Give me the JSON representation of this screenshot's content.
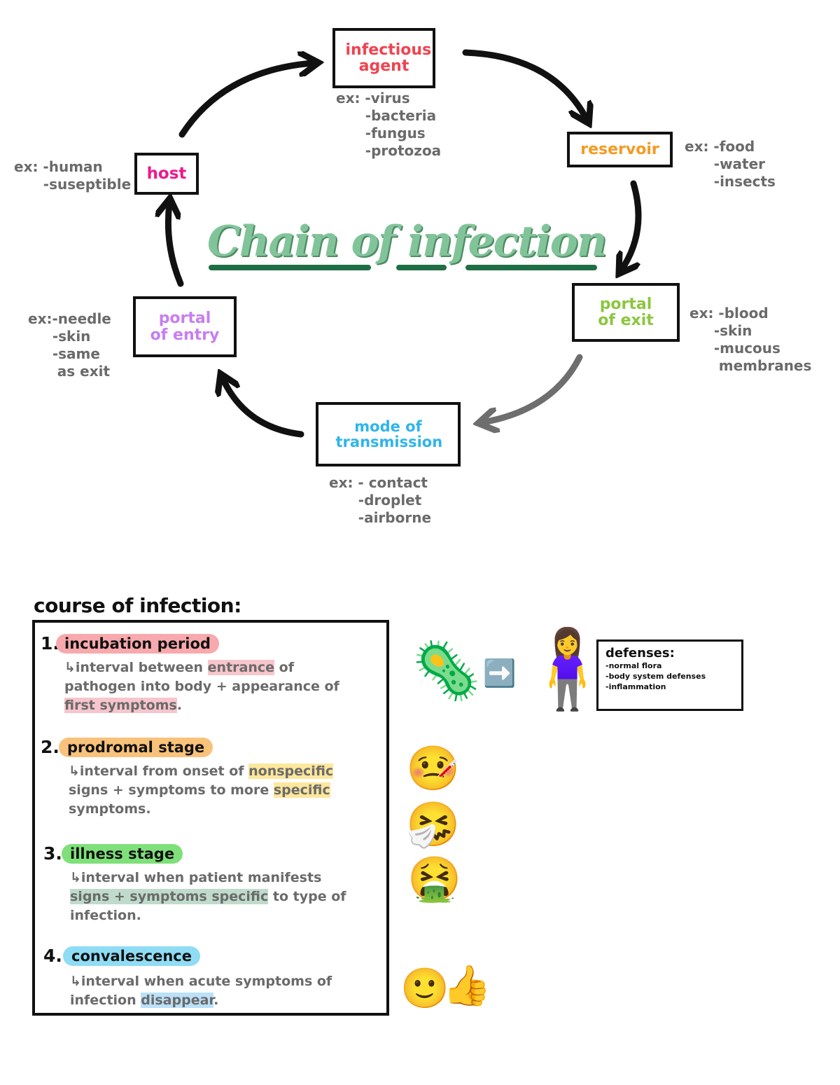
{
  "diagram": {
    "title": "Chain of infection",
    "colors": {
      "infectious_agent": "#f0434f",
      "reservoir": "#f59a23",
      "portal_of_exit": "#8cc63f",
      "mode_of_transmission": "#2fb5ea",
      "portal_of_entry": "#c77ef0",
      "host": "#f0188c",
      "title": "#82c49a",
      "underline": "#1f6e45"
    },
    "nodes": {
      "infectious_agent": {
        "label": "infectious agent",
        "examples": "ex: -virus\n      -bacteria\n      -fungus\n      -protozoa"
      },
      "reservoir": {
        "label": "reservoir",
        "examples": "ex: -food\n      -water\n      -insects"
      },
      "portal_of_exit": {
        "label": "portal of exit",
        "examples": "ex: -blood\n     -skin\n     -mucous\n      membranes"
      },
      "mode_of_transmission": {
        "label": "mode of transmission",
        "examples": "ex: - contact\n      -droplet\n      -airborne"
      },
      "portal_of_entry": {
        "label": "portal of entry",
        "examples": "ex:-needle\n     -skin\n     -same\n      as exit"
      },
      "host": {
        "label": "host",
        "examples": "ex: -human\n      -suseptible"
      }
    }
  },
  "course": {
    "title": "course of infection:",
    "stages": [
      {
        "num": "1.",
        "name": "incubation period",
        "color": "#f7a9ad",
        "desc_pre": "↳interval between ",
        "hl1": "entrance",
        "desc_mid": " of pathogen into body + appearance of ",
        "hl2": "first symptoms",
        "desc_post": "."
      },
      {
        "num": "2.",
        "name": "prodromal stage",
        "color": "#f9c27b",
        "desc_pre": "↳interval from onset of ",
        "hl1": "nonspecific",
        "desc_mid": " signs + symptoms to more ",
        "hl2": "specific",
        "desc_post": " symptoms."
      },
      {
        "num": "3.",
        "name": "illness stage",
        "color": "#7fe07a",
        "desc_pre": "↳interval when patient manifests ",
        "hl1": "signs + symptoms specific",
        "desc_mid": " to type of infection.",
        "hl2": "",
        "desc_post": ""
      },
      {
        "num": "4.",
        "name": "convalescence",
        "color": "#8fdcf5",
        "desc_pre": "↳interval when acute symptoms of infection ",
        "hl1": "disappear",
        "desc_mid": ".",
        "hl2": "",
        "desc_post": ""
      }
    ],
    "defenses": {
      "title": "defenses:",
      "items": [
        "-normal flora",
        "-body system defenses",
        "-inflammation"
      ]
    },
    "emojis": {
      "virus": "🦠",
      "arrow": "➡️",
      "person": "🧍‍♀️",
      "sick": "🤒",
      "sneeze": "🤧",
      "vomit": "🤮",
      "smile": "🙂",
      "thumbs": "👍"
    }
  }
}
